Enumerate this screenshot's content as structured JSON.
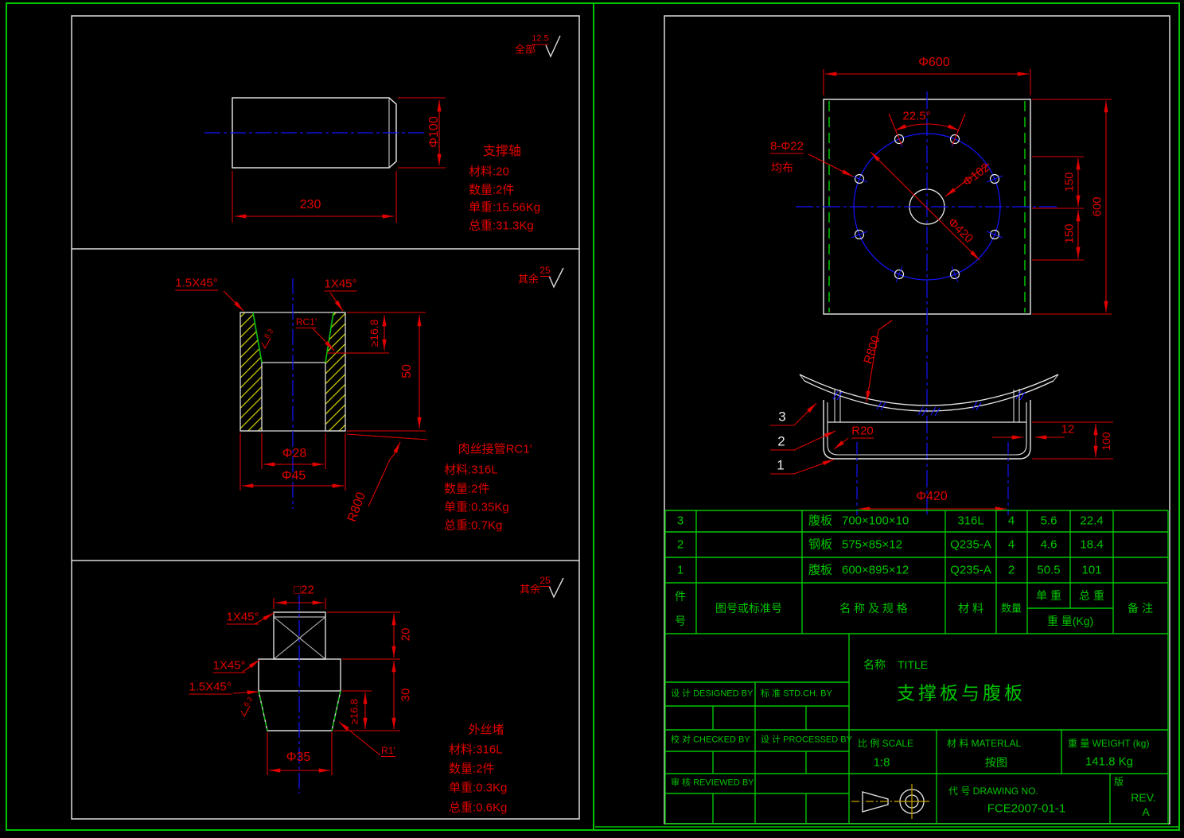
{
  "colors": {
    "green": "#00c400",
    "red": "#e00000",
    "blue": "#1414ff",
    "white": "#e8e8e8",
    "hatch_yellow": "#d6d600",
    "projection_gold": "#c8a000"
  },
  "shaft": {
    "finish_prefix": "全部",
    "finish_value": "12.5",
    "dim_length": "230",
    "dim_dia": "Φ100",
    "name": "支撑轴",
    "material": "材料:20",
    "qty": "数量:2件",
    "unit_weight": "单重:15.56Kg",
    "total_weight": "总重:31.3Kg"
  },
  "bushing": {
    "finish_prefix": "其余",
    "finish_value": "25",
    "chamfer_left": "1.5X45°",
    "chamfer_right": "1X45°",
    "thread": "RC1'",
    "finish_taper": "6.3",
    "dim_depth": "≥16.8",
    "dim_height": "50",
    "dim_bore": "Φ28",
    "dim_od": "Φ45",
    "dim_radius": "R800",
    "name": "肉丝接管RC1'",
    "material": "材料:316L",
    "qty": "数量:2件",
    "unit_weight": "单重:0.35Kg",
    "total_weight": "总重:0.7Kg"
  },
  "plug": {
    "finish_prefix": "其余",
    "finish_value": "25",
    "dim_square": "□22",
    "chamfer1": "1X45°",
    "chamfer2": "1X45°",
    "chamfer3": "1.5X45°",
    "finish_taper": "6.3",
    "dim_head": "20",
    "dim_body": "30",
    "dim_depth": "≥16.8",
    "dim_dia": "Φ35",
    "thread": "R1'",
    "name": "外丝堵",
    "material": "材料:316L",
    "qty": "数量:2件",
    "unit_weight": "单重:0.3Kg",
    "total_weight": "总重:0.6Kg"
  },
  "plate": {
    "dim_od": "Φ600",
    "dim_angle": "22.5°",
    "holes_line1": "8-Φ22",
    "holes_line2": "均布",
    "dim_center_hole": "Φ102",
    "dim_bolt_circle": "Φ420",
    "dim_150a": "150",
    "dim_150b": "150",
    "dim_height": "600"
  },
  "side_view": {
    "dim_radius": "R800",
    "dim_corner": "R20",
    "dim_thickness": "12",
    "dim_height": "100",
    "dim_dia": "Φ420",
    "balloon_3": "3",
    "balloon_2": "2",
    "balloon_1": "1"
  },
  "parts_table": {
    "headers": {
      "item_no_l1": "件",
      "item_no_l2": "号",
      "drawing_no": "图号或标准号",
      "name_spec": "名 称 及 规 格",
      "material": "材 料",
      "qty": "数量",
      "unit_weight": "单 重",
      "total_weight": "总 重",
      "weight_unit": "重 量(Kg)",
      "remark": "备 注"
    },
    "rows": [
      {
        "no": "3",
        "name": "腹板",
        "spec": "700×100×10",
        "material": "316L",
        "qty": "4",
        "unit_weight": "5.6",
        "total_weight": "22.4"
      },
      {
        "no": "2",
        "name": "钢板",
        "spec": "575×85×12",
        "material": "Q235-A",
        "qty": "4",
        "unit_weight": "4.6",
        "total_weight": "18.4"
      },
      {
        "no": "1",
        "name": "腹板",
        "spec": "600×895×12",
        "material": "Q235-A",
        "qty": "2",
        "unit_weight": "50.5",
        "total_weight": "101"
      }
    ]
  },
  "title_block": {
    "name_label": "名称",
    "title_label": "TITLE",
    "drawing_title": "支撑板与腹板",
    "designed_by": "设 计 DESIGNED BY",
    "std_check": "标 准 STD.CH. BY",
    "checked_by": "校 对 CHECKED BY",
    "processed_by": "设 计 PROCESSED BY",
    "reviewed_by": "审 核 REVIEWED BY",
    "scale_label": "比 例 SCALE",
    "scale_value": "1:8",
    "material_label": "材 料 MATERLAL",
    "material_value": "按图",
    "weight_label": "重 量 WEIGHT (kg)",
    "weight_value": "141.8 Kg",
    "drawing_no_label": "代 号 DRAWING NO.",
    "drawing_no_value": "FCE2007-01-1",
    "rev_label": "版",
    "rev_word": "REV.",
    "rev_value": "A"
  }
}
